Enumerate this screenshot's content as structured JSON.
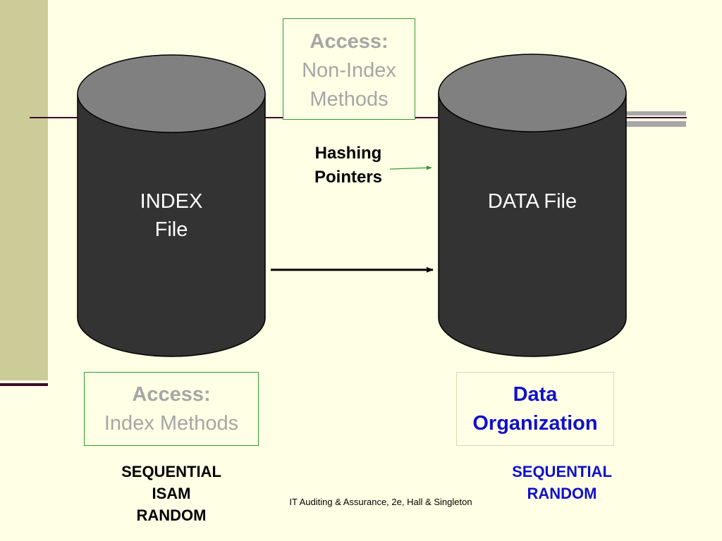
{
  "index_file": {
    "line1": "INDEX",
    "line2": "File"
  },
  "data_file": {
    "label": "DATA File"
  },
  "access_non_index": {
    "heading": "Access:",
    "line1": "Non-Index",
    "line2": "Methods"
  },
  "hashing": {
    "line1": "Hashing",
    "line2": "Pointers"
  },
  "access_index": {
    "heading": "Access:",
    "line1": "Index Methods"
  },
  "data_organization": {
    "line1": "Data",
    "line2": "Organization"
  },
  "index_methods_list": {
    "item1": "SEQUENTIAL",
    "item2": "ISAM",
    "item3": "RANDOM"
  },
  "data_org_list": {
    "item1": "SEQUENTIAL",
    "item2": "RANDOM"
  },
  "footer": {
    "text": "IT Auditing & Assurance, 2e, Hall & Singleton"
  },
  "colors": {
    "background": "#FFFFE5",
    "cylinder_body": "#333333",
    "cylinder_top": "#808080",
    "green_border": "#339933",
    "blue_text": "#1010CC",
    "gray_text": "#A6A6A6"
  }
}
